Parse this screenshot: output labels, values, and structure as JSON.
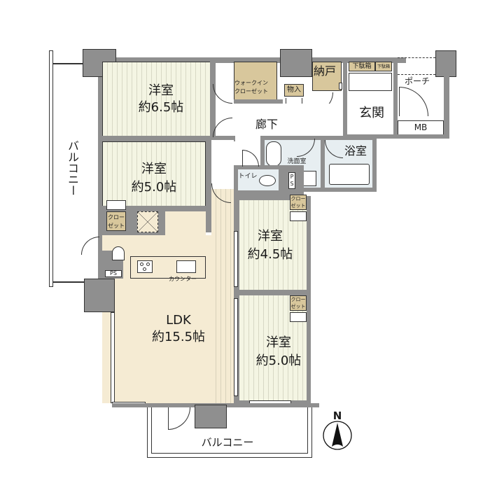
{
  "floor_plan": {
    "rooms": {
      "western_room_1": {
        "name": "洋室",
        "size": "約6.5帖"
      },
      "western_room_2": {
        "name": "洋室",
        "size": "約5.0帖"
      },
      "western_room_3": {
        "name": "洋室",
        "size": "約4.5帖"
      },
      "western_room_4": {
        "name": "洋室",
        "size": "約5.0帖"
      },
      "ldk": {
        "name": "LDK",
        "size": "約15.5帖"
      },
      "corridor": {
        "name": "廊下"
      },
      "entrance": {
        "name": "玄関"
      },
      "bathroom": {
        "name": "浴室"
      },
      "washroom": {
        "name": "洗面室"
      },
      "toilet": {
        "name": "トイレ"
      },
      "porch": {
        "name": "ポーチ"
      },
      "meter_box": {
        "name": "MB"
      }
    },
    "storage": {
      "walk_in_closet": "ウォークイン\nクローゼット",
      "walk_in_closet_line1": "ウォークイン",
      "walk_in_closet_line2": "クローゼット",
      "storeroom": "納戸",
      "storage_small": "物入",
      "shoe_box_large": "下駄箱",
      "shoe_box_small": "下駄箱",
      "closet_line1": "クロー",
      "closet_line2": "ゼット"
    },
    "fixtures": {
      "counter": "カウンター",
      "pipe_space": "PS",
      "pipe_space_v1": "P",
      "pipe_space_v2": "S"
    },
    "balconies": {
      "west": "バルコニー",
      "south": "バルコニー"
    },
    "compass": {
      "north_label": "N"
    }
  }
}
